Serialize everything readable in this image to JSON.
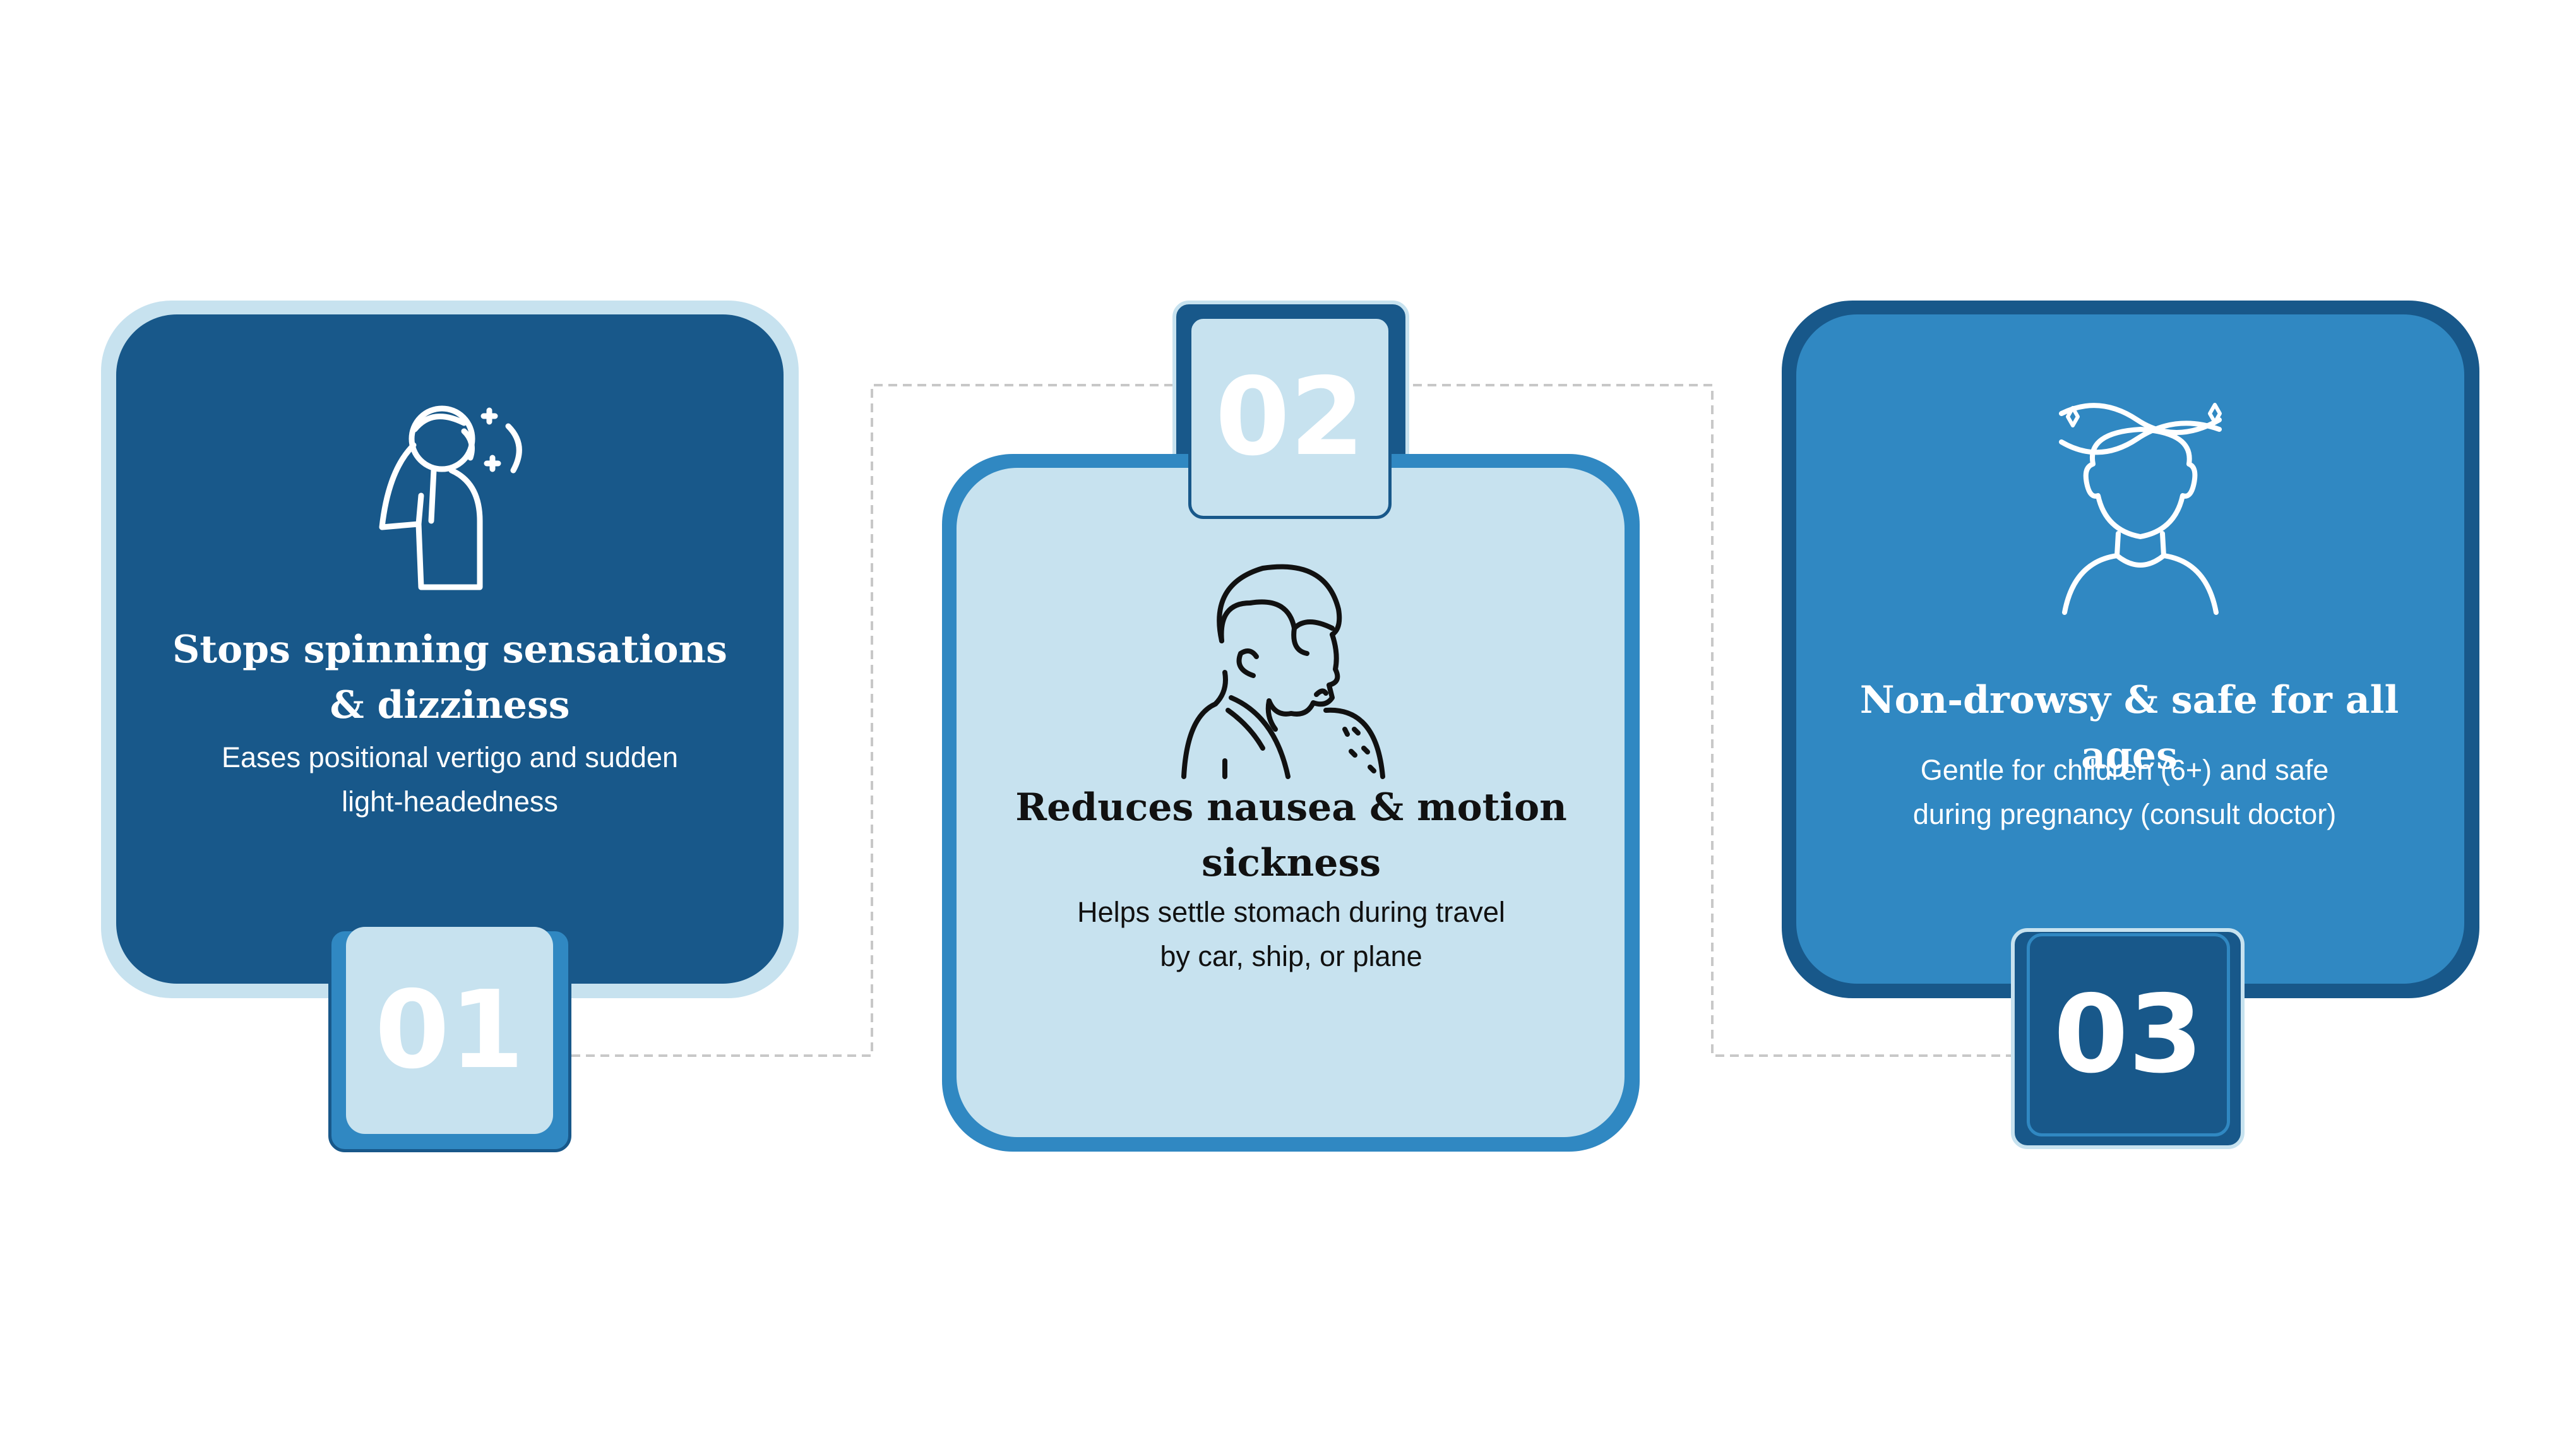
{
  "features": [
    {
      "number": "01",
      "title_line1": "Stops spinning sensations",
      "title_line2": "& dizziness",
      "desc_line1": "Eases positional vertigo and sudden",
      "desc_line2": "light-headedness",
      "icon": "person-holding-head-dizzy-icon"
    },
    {
      "number": "02",
      "title_line1": "Reduces nausea & motion",
      "title_line2": "sickness",
      "desc_line1": "Helps settle stomach during travel",
      "desc_line2": "by car, ship, or plane",
      "icon": "person-nauseous-icon"
    },
    {
      "number": "03",
      "title_line1": "Non-drowsy & safe for all ages",
      "desc_line1": "Gentle for children (6+) and safe",
      "desc_line2": "during pregnancy (consult doctor)",
      "icon": "head-with-spinning-stars-icon"
    }
  ],
  "colors": {
    "dark_blue": "#18588a",
    "mid_blue": "#3088c2",
    "light_blue": "#c7e2ef",
    "connector": "#c8c8c8"
  }
}
